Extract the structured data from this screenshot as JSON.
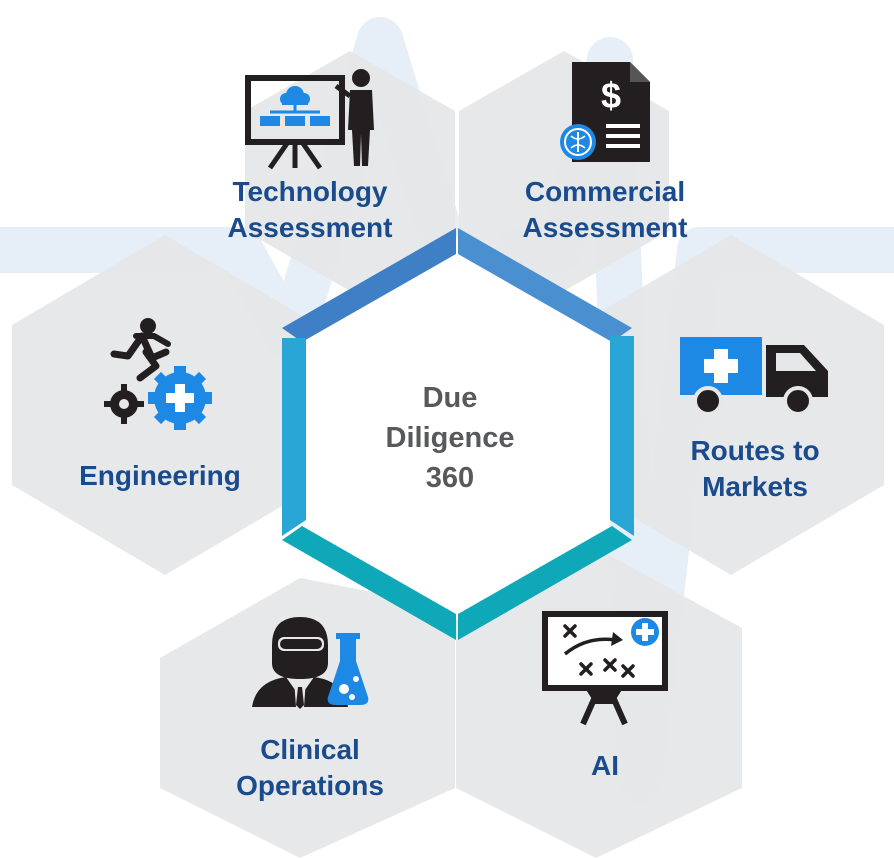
{
  "center": {
    "line1": "Due",
    "line2": "Diligence",
    "line3": "360"
  },
  "segments": {
    "technology": {
      "line1": "Technology",
      "line2": "Assessment",
      "icon": "presentation-cloud-icon"
    },
    "commercial": {
      "line1": "Commercial",
      "line2": "Assessment",
      "icon": "invoice-dollar-icon"
    },
    "routes": {
      "line1": "Routes to",
      "line2": "Markets",
      "icon": "ambulance-truck-icon"
    },
    "ai": {
      "label": "AI",
      "icon": "strategy-board-icon"
    },
    "clinical": {
      "line1": "Clinical",
      "line2": "Operations",
      "icon": "scientist-flask-icon"
    },
    "engineering": {
      "label": "Engineering",
      "icon": "runner-gears-icon"
    }
  },
  "colors": {
    "label_blue": "#1a4b8c",
    "icon_blue": "#1e88e5",
    "hex_gray": "#e6e7e8",
    "center_text": "#58595b",
    "ring_dark_blue": "#3f7fc5",
    "ring_light_blue": "#2aa6d6",
    "ring_teal": "#0fa8b8"
  }
}
